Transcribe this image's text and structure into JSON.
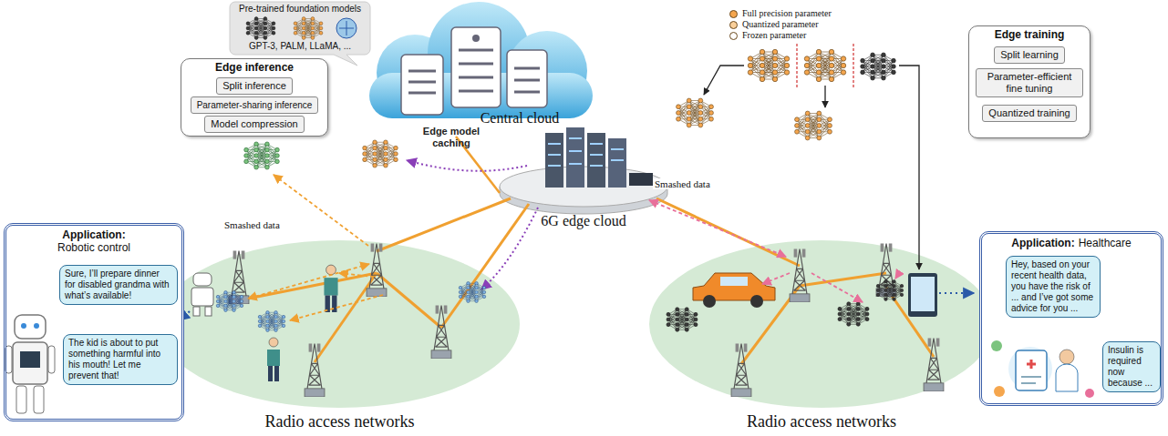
{
  "diagram": {
    "nodes": [
      {
        "text": [
          "Pre-trained foundation models",
          "GPT-3,  PALM,  LLaMA, ..."
        ]
      },
      {
        "text": [
          "Central cloud"
        ]
      },
      {
        "text": [
          "Edge inference"
        ]
      },
      {
        "text": [
          "Split inference"
        ],
        "in": 2
      },
      {
        "text": [
          "Parameter-sharing inference"
        ],
        "in": 2
      },
      {
        "text": [
          "Model compression"
        ],
        "in": 2
      },
      {
        "text": [
          "6G edge cloud"
        ]
      },
      {
        "text": [
          "Edge training"
        ]
      },
      {
        "text": [
          "Split learning"
        ],
        "in": 7
      },
      {
        "text": [
          "Parameter-efficient fine tuning"
        ],
        "in": 7
      },
      {
        "text": [
          "Quantized training"
        ],
        "in": 7
      },
      {
        "text": [
          "Application:",
          "Robotic control"
        ]
      },
      {
        "text": [
          "Sure, I’ll prepare dinner for disabled grandma with what’s available!"
        ],
        "in": 11
      },
      {
        "text": [
          "The kid is about to put something harmful into his mouth! Let me prevent that!"
        ],
        "in": 11
      },
      {
        "text": [
          "Radio access networks"
        ]
      },
      {
        "text": [
          "Radio access networks"
        ]
      },
      {
        "text": [
          "Application:",
          "Healthcare"
        ]
      },
      {
        "text": [
          "Hey, based on your recent health data, you have the risk of ... and I’ve got some advice for you ..."
        ],
        "in": 16
      },
      {
        "text": [
          "Insulin is required now because ..."
        ],
        "in": 16
      }
    ],
    "labels": [
      "Edge model caching",
      "Smashed data",
      "Smashed data"
    ],
    "legend": [
      {
        "text": "Full precision parameter",
        "color": "#f5a64e"
      },
      {
        "text": "Quantized parameter",
        "color": "#f9cf9a"
      },
      {
        "text": "Frozen parameter",
        "color": "#ffffff"
      }
    ]
  }
}
